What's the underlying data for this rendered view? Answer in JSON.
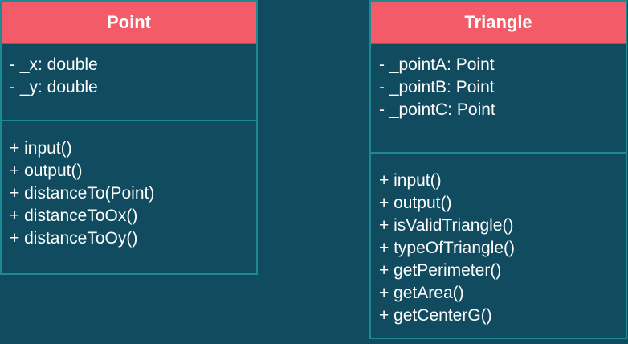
{
  "colors": {
    "background": "#114b5f",
    "header": "#f45b69",
    "border": "#1b8a95",
    "text": "#ffffff"
  },
  "point": {
    "title": "Point",
    "attributes": [
      "- _x: double",
      "- _y: double"
    ],
    "methods": [
      "+ input()",
      "+ output()",
      "+ distanceTo(Point)",
      "+ distanceToOx()",
      "+ distanceToOy()"
    ]
  },
  "triangle": {
    "title": "Triangle",
    "attributes": [
      "- _pointA: Point",
      "- _pointB: Point",
      "- _pointC: Point"
    ],
    "methods": [
      "+ input()",
      "+ output()",
      "+ isValidTriangle()",
      "+ typeOfTriangle()",
      "+ getPerimeter()",
      "+ getArea()",
      "+ getCenterG()"
    ]
  }
}
